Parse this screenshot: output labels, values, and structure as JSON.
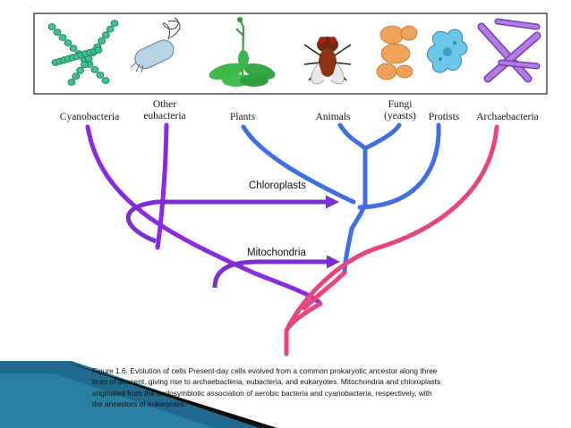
{
  "organisms": [
    {
      "id": "cyanobacteria",
      "label": "Cyanobacteria"
    },
    {
      "id": "other-eubacteria",
      "label_line1": "Other",
      "label_line2": "eubacteria"
    },
    {
      "id": "plants",
      "label": "Plants"
    },
    {
      "id": "animals",
      "label": "Animals"
    },
    {
      "id": "fungi",
      "label_line1": "Fungi",
      "label_line2": "(yeasts)"
    },
    {
      "id": "protists",
      "label": "Protists"
    },
    {
      "id": "archaebacteria",
      "label": "Archaebacteria"
    }
  ],
  "arrows": {
    "chloroplasts": "Chloroplasts",
    "mitochondria": "Mitochondria"
  },
  "caption": {
    "line1": "Figure 1.6. Evolution of cells Present-day cells evolved from a common prokaryotic ancestor along three",
    "line2": "lines of descent, giving rise to archaebacteria, eubacteria, and eukaryotes. Mitochondria and chloroplasts",
    "line3": "originated from the endosymbiotic association of aerobic bacteria and cyanobacteria, respectively, with",
    "line4": "the ancestors of eukaryotes."
  },
  "colors": {
    "eubacteria_branch": "#8a2be2",
    "eukaryote_branch": "#3f6fe0",
    "archaea_branch": "#e8457a",
    "slide_accent": "#1f6a8e"
  }
}
